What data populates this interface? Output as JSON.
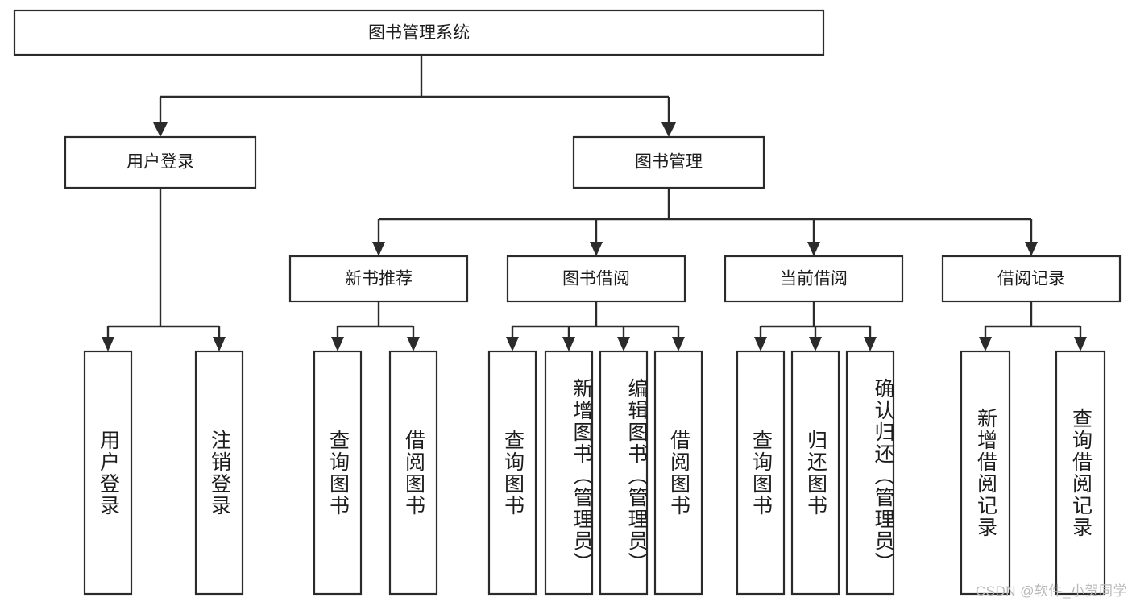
{
  "diagram": {
    "type": "tree-hierarchy-chart",
    "title": "图书管理系统",
    "orientation": "top-down",
    "colors": {
      "box_fill": "#ffffff",
      "box_stroke": "#2b2b2b",
      "text": "#1d1d1d",
      "background": "#ffffff",
      "watermark": "#b9b9b9"
    },
    "root": {
      "label": "图书管理系统",
      "level": 0
    },
    "level2": [
      {
        "label": "用户登录",
        "level": 1
      },
      {
        "label": "图书管理",
        "level": 1
      }
    ],
    "level3": [
      {
        "label": "新书推荐",
        "level": 2,
        "parent": "图书管理"
      },
      {
        "label": "图书借阅",
        "level": 2,
        "parent": "图书管理"
      },
      {
        "label": "当前借阅",
        "level": 2,
        "parent": "图书管理"
      },
      {
        "label": "借阅记录",
        "level": 2,
        "parent": "图书管理"
      }
    ],
    "leaves": {
      "user_login": [
        {
          "label": "用户登录",
          "parent": "用户登录"
        },
        {
          "label": "注销登录",
          "parent": "用户登录"
        }
      ],
      "new_book_recommend": [
        {
          "label": "查询图书",
          "parent": "新书推荐"
        },
        {
          "label": "借阅图书",
          "parent": "新书推荐"
        }
      ],
      "book_borrow": [
        {
          "label": "查询图书",
          "parent": "图书借阅"
        },
        {
          "label": "新增图书（管理员）",
          "parent": "图书借阅"
        },
        {
          "label": "编辑图书（管理员）",
          "parent": "图书借阅"
        },
        {
          "label": "借阅图书",
          "parent": "图书借阅"
        }
      ],
      "current_borrow": [
        {
          "label": "查询图书",
          "parent": "当前借阅"
        },
        {
          "label": "归还图书",
          "parent": "当前借阅"
        },
        {
          "label": "确认归还（管理员）",
          "parent": "当前借阅"
        }
      ],
      "borrow_record": [
        {
          "label": "新增借阅记录",
          "parent": "借阅记录"
        },
        {
          "label": "查询借阅记录",
          "parent": "借阅记录"
        }
      ]
    },
    "watermark": "CSDN @软件_小贺同学"
  }
}
